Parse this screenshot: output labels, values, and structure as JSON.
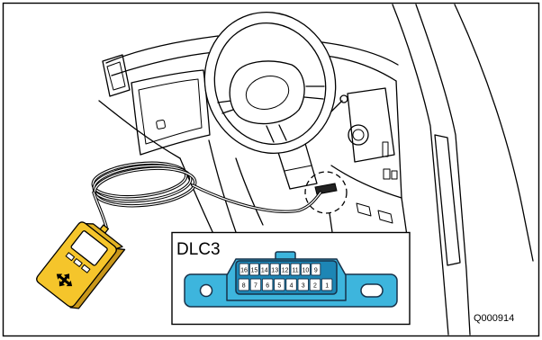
{
  "figure": {
    "callout_label": "DLC3",
    "figure_code": "Q000914"
  },
  "connector": {
    "pins_top": [
      "16",
      "15",
      "14",
      "13",
      "12",
      "11",
      "10",
      "9"
    ],
    "pins_bottom": [
      "8",
      "7",
      "6",
      "5",
      "4",
      "3",
      "2",
      "1"
    ]
  },
  "colors": {
    "connector": "#3db5dd",
    "connector_recess": "#1d86b5",
    "scan_tool": "#f5c52b",
    "scan_tool_side": "#c9971a",
    "scan_tool_top": "#e2b223"
  }
}
